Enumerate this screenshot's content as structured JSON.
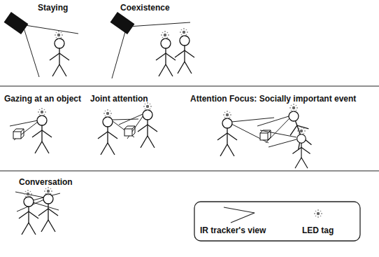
{
  "diagram": {
    "labels": [
      "Staying",
      "Coexistence",
      "Gazing at an object",
      "Joint attention",
      "Attention Focus: Socially important event",
      "Conversation"
    ],
    "legend": [
      {
        "text": "IR tracker's view"
      },
      {
        "text": "LED tag"
      }
    ]
  }
}
